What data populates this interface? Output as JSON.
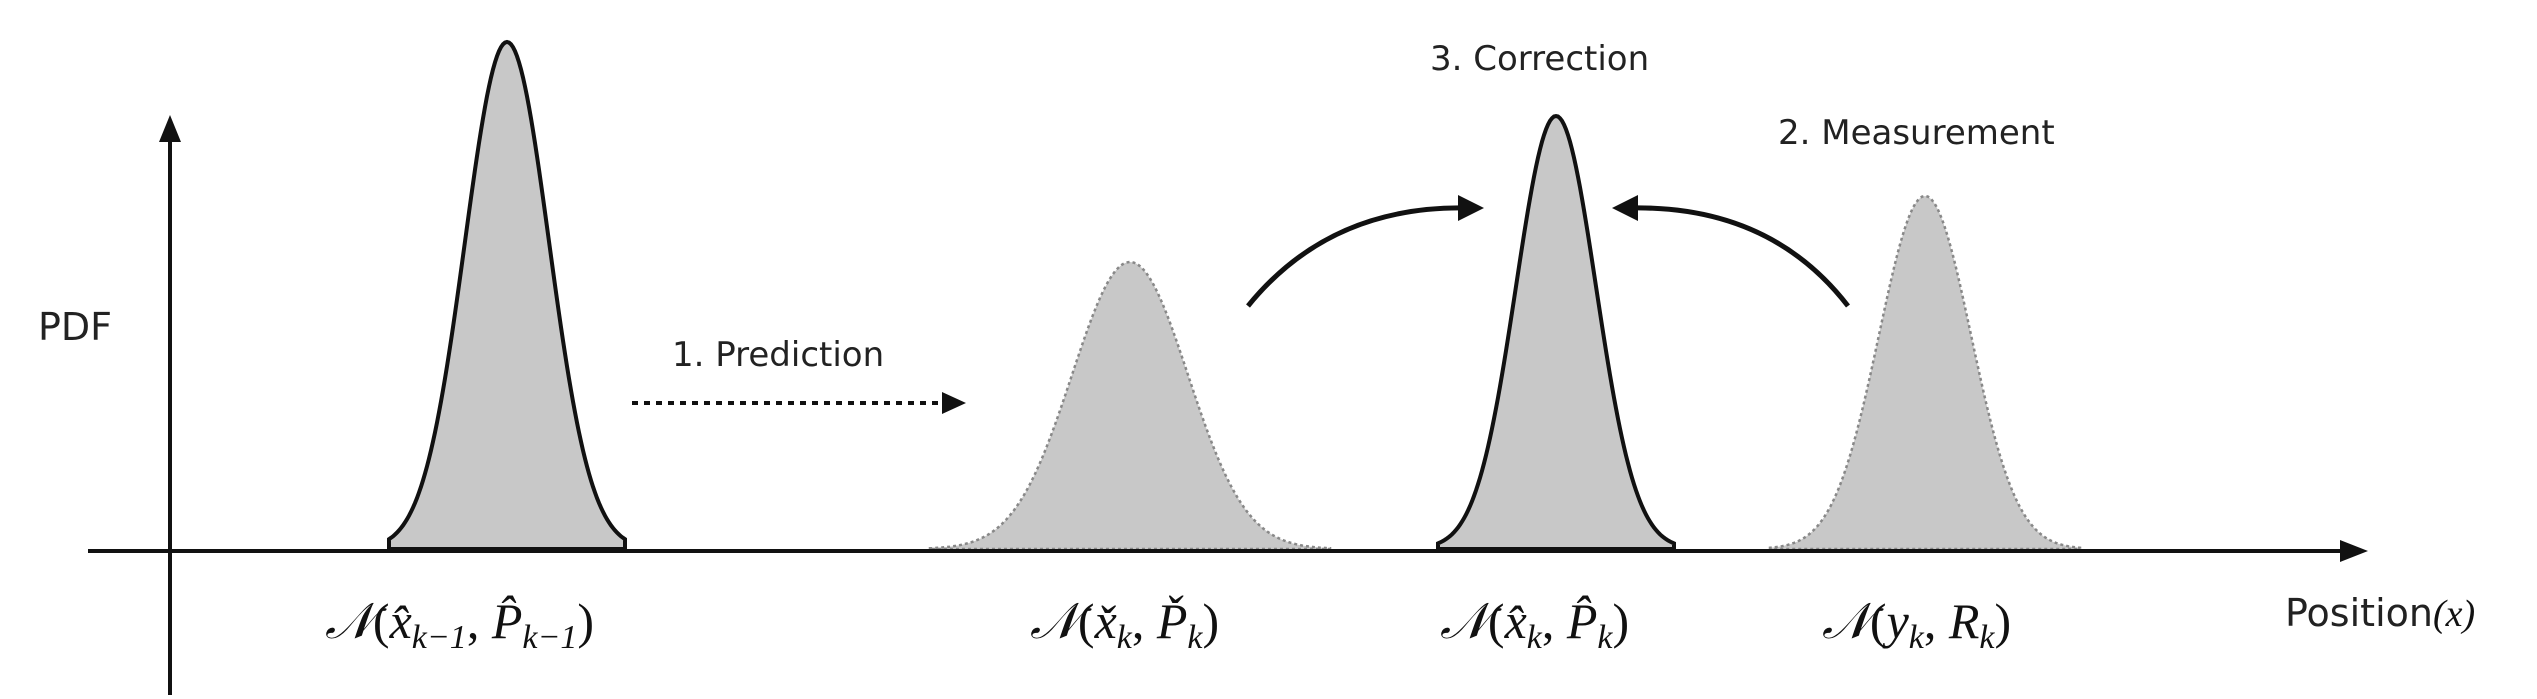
{
  "axes": {
    "y_label": "PDF",
    "x_label": "Position",
    "x_var": "(x)"
  },
  "steps": {
    "prediction": "1. Prediction",
    "measurement": "2. Measurement",
    "correction": "3. Correction"
  },
  "colors": {
    "fill": "#c8c8c8",
    "stroke": "#111111",
    "dotted_stroke": "#888888",
    "text": "#222222"
  },
  "distributions": [
    {
      "id": "prior",
      "mean": "x̂",
      "mean_sub": "k−1",
      "cov": "P̂",
      "cov_sub": "k−1",
      "outline": "solid"
    },
    {
      "id": "predicted",
      "mean": "x̌",
      "mean_sub": "k",
      "cov": "P̌",
      "cov_sub": "k",
      "outline": "dotted"
    },
    {
      "id": "corrected",
      "mean": "x̂",
      "mean_sub": "k",
      "cov": "P̂",
      "cov_sub": "k",
      "outline": "solid"
    },
    {
      "id": "measurement",
      "mean": "y",
      "mean_sub": "k",
      "cov": "R",
      "cov_sub": "k",
      "outline": "dotted"
    }
  ]
}
